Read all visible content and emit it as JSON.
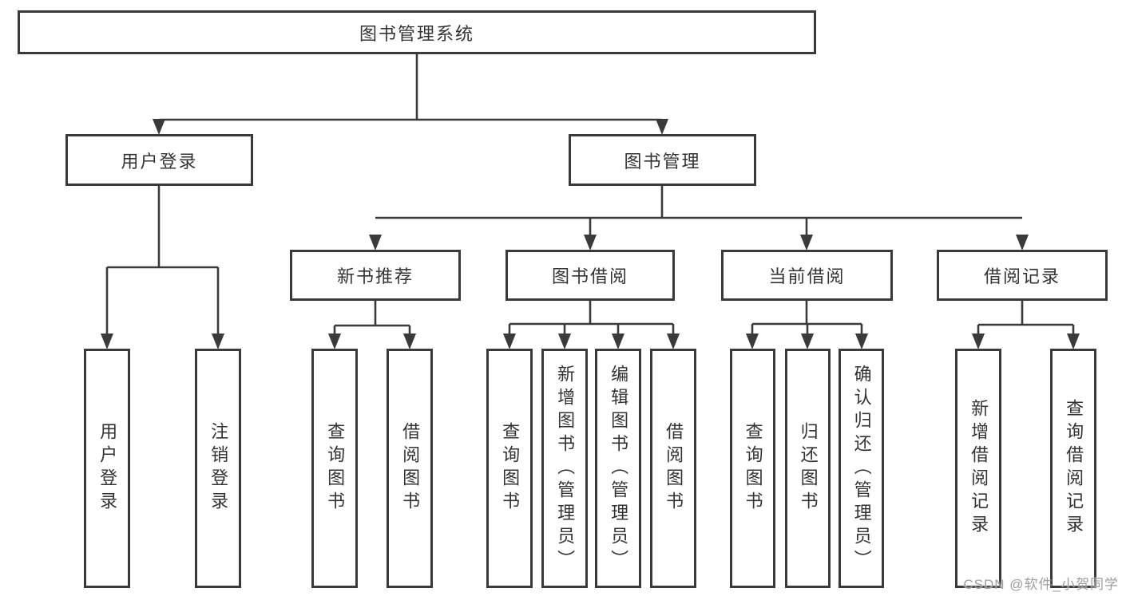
{
  "diagram_type": "hierarchy-tree",
  "tree": {
    "label": "图书管理系统",
    "children": [
      {
        "label": "用户登录",
        "children": [
          {
            "label": "用户登录"
          },
          {
            "label": "注销登录"
          }
        ]
      },
      {
        "label": "图书管理",
        "children": [
          {
            "label": "新书推荐",
            "children": [
              {
                "label": "查询图书"
              },
              {
                "label": "借阅图书"
              }
            ]
          },
          {
            "label": "图书借阅",
            "children": [
              {
                "label": "查询图书"
              },
              {
                "label": "新增图书（管理员）"
              },
              {
                "label": "编辑图书（管理员）"
              },
              {
                "label": "借阅图书"
              }
            ]
          },
          {
            "label": "当前借阅",
            "children": [
              {
                "label": "查询图书"
              },
              {
                "label": "归还图书"
              },
              {
                "label": "确认归还（管理员）"
              }
            ]
          },
          {
            "label": "借阅记录",
            "children": [
              {
                "label": "新增借阅记录"
              },
              {
                "label": "查询借阅记录"
              }
            ]
          }
        ]
      }
    ]
  },
  "watermark": {
    "text": "CSDN @软件_小贺同学"
  },
  "colors": {
    "line": "#3a3a3a",
    "text": "#333333",
    "background": "#ffffff",
    "watermark": "#969696"
  }
}
